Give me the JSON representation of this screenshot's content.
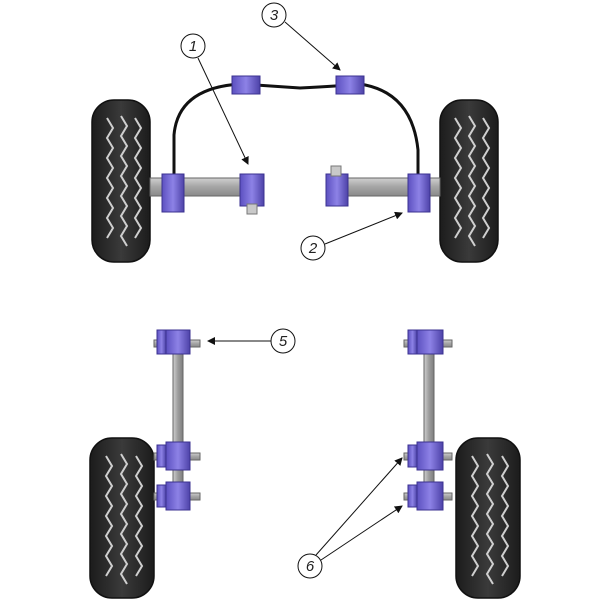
{
  "callouts": [
    {
      "id": "c1",
      "label": "1"
    },
    {
      "id": "c2",
      "label": "2"
    },
    {
      "id": "c3",
      "label": "3"
    },
    {
      "id": "c5",
      "label": "5"
    },
    {
      "id": "c6",
      "label": "6"
    }
  ],
  "colors": {
    "bushing": "#7b6fd6",
    "bushing_dark": "#4a3f9e",
    "bar": "#a8a8a8",
    "tire": "#2e2e2e",
    "tire_tread": "#d9d9d9",
    "stabilizer": "#1a1a1a"
  }
}
